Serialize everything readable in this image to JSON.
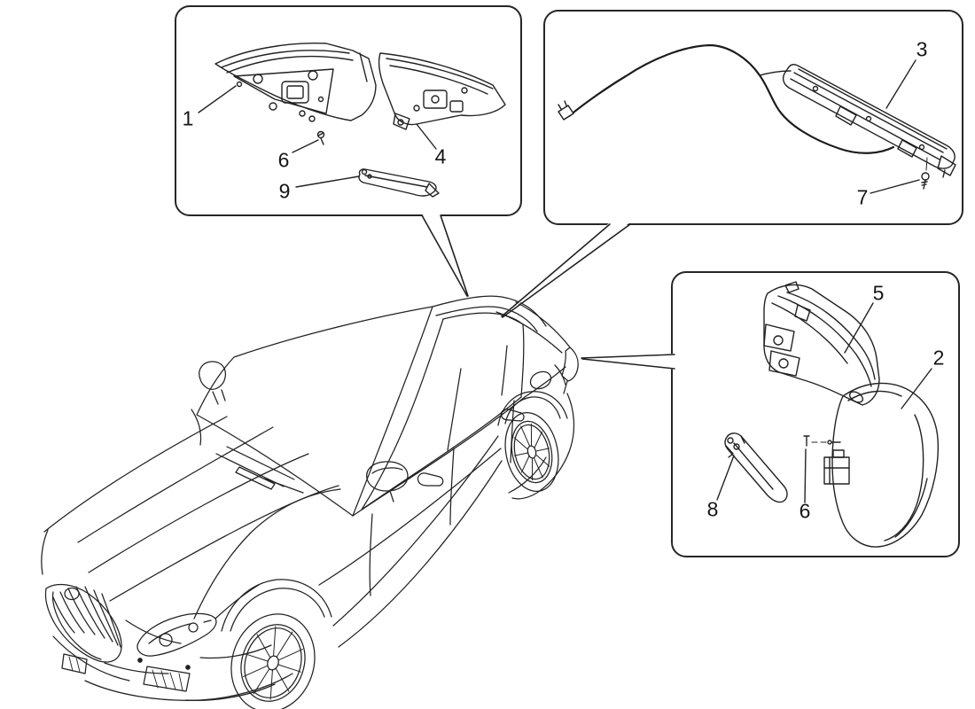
{
  "figure": {
    "kind": "exploded-parts-diagram",
    "subject": "sedan rear taillight clusters and third brake light",
    "background_color": "#ffffff",
    "line_color": "#1e1e1e"
  },
  "part_labels": [
    {
      "text": "1"
    },
    {
      "text": "6"
    },
    {
      "text": "9"
    },
    {
      "text": "4"
    },
    {
      "text": "3"
    },
    {
      "text": "7"
    },
    {
      "text": "5"
    },
    {
      "text": "2"
    },
    {
      "text": "8"
    },
    {
      "text": "6"
    }
  ]
}
